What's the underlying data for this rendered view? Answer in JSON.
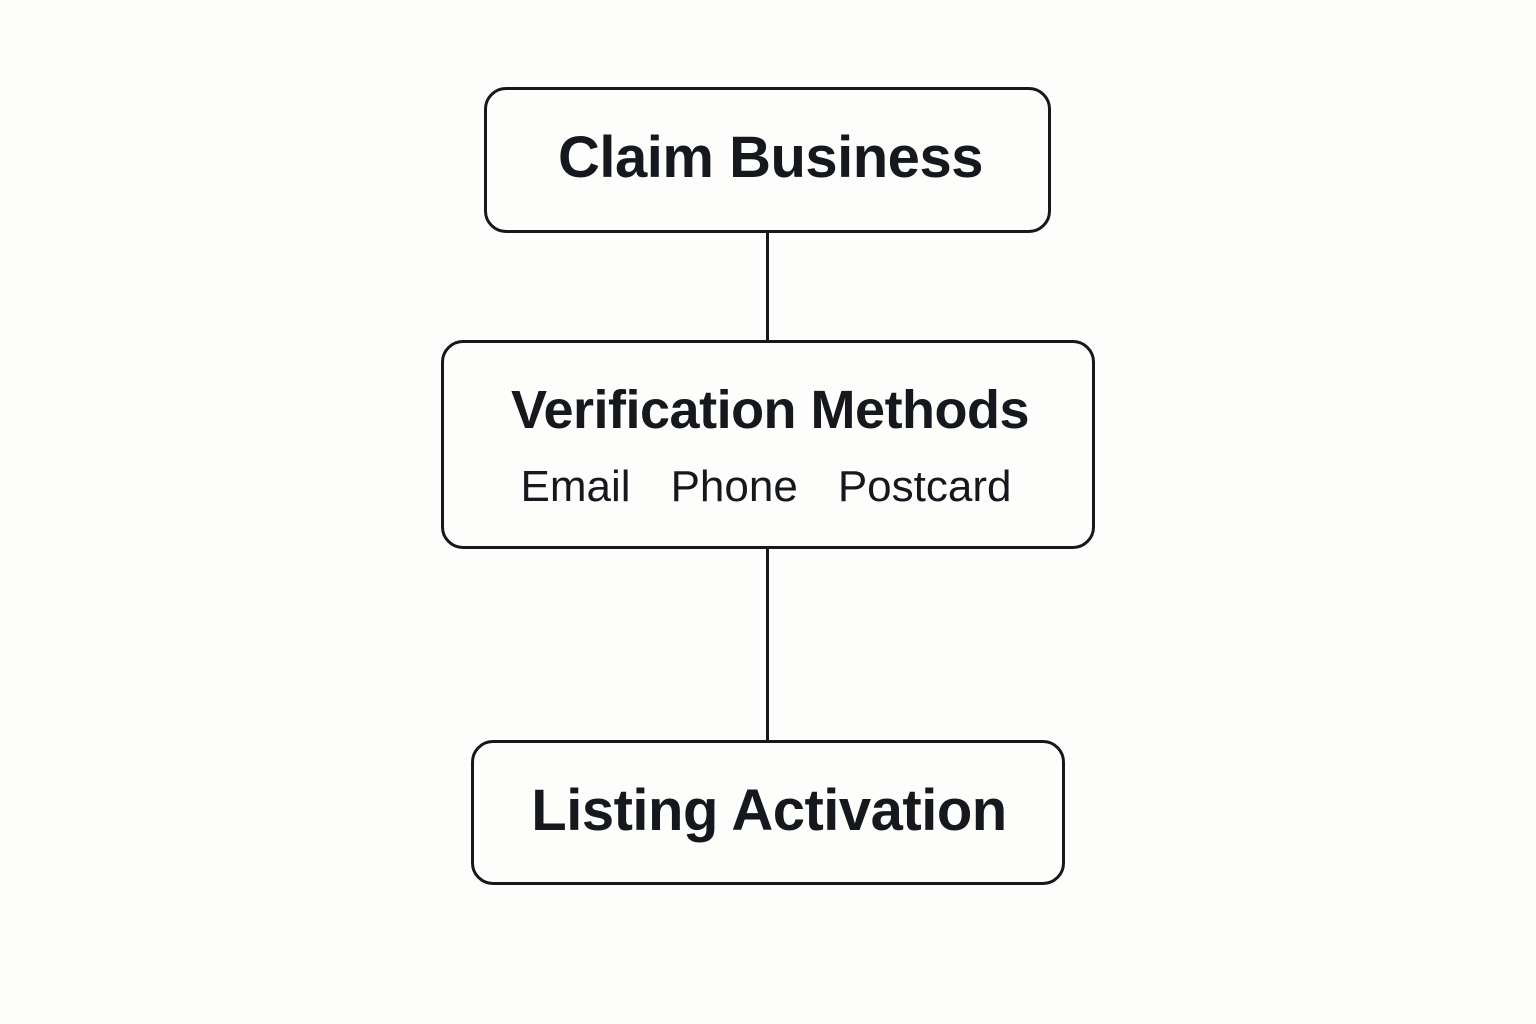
{
  "diagram": {
    "nodes": [
      {
        "id": "claim",
        "title": "Claim Business"
      },
      {
        "id": "verify",
        "title": "Verification Methods",
        "methods": [
          "Email",
          "Phone",
          "Postcard"
        ]
      },
      {
        "id": "listing",
        "title": "Listing Activation"
      }
    ],
    "edges": [
      {
        "from": "claim",
        "to": "verify"
      },
      {
        "from": "verify",
        "to": "listing"
      }
    ]
  }
}
